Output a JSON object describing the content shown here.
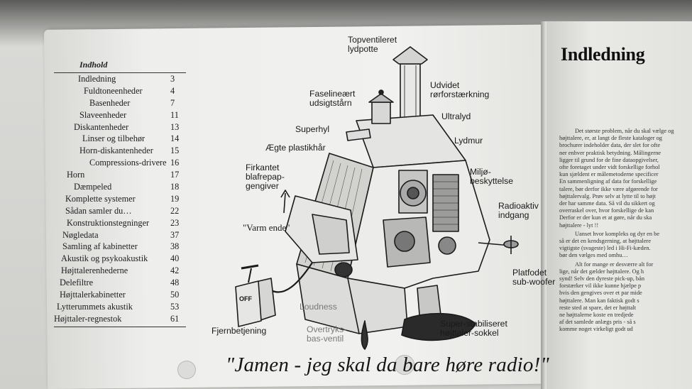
{
  "toc": {
    "title": "Indhold",
    "items": [
      {
        "label": "Indledning",
        "page": "3"
      },
      {
        "label": "Fuldtoneenheder",
        "page": "4"
      },
      {
        "label": "Basenheder",
        "page": "7"
      },
      {
        "label": "Slaveenheder",
        "page": "11"
      },
      {
        "label": "Diskantenheder",
        "page": "13"
      },
      {
        "label": "Linser og tilbehør",
        "page": "14"
      },
      {
        "label": "Horn-diskantenheder",
        "page": "15"
      },
      {
        "label": "Compressions-drivere",
        "page": "16"
      },
      {
        "label": "Horn",
        "page": "17"
      },
      {
        "label": "Dæmpeled",
        "page": "18"
      },
      {
        "label": "Komplette systemer",
        "page": "19"
      },
      {
        "label": "Sådan samler du…",
        "page": "22"
      },
      {
        "label": "Konstruktionstegninger",
        "page": "23"
      },
      {
        "label": "Nøgledata",
        "page": "37"
      },
      {
        "label": "Samling af kabinetter",
        "page": "38"
      },
      {
        "label": "Akustik og psykoakustik",
        "page": "40"
      },
      {
        "label": "Højttalerenhederne",
        "page": "42"
      },
      {
        "label": "Delefiltre",
        "page": "48"
      },
      {
        "label": "Højttalerkabinetter",
        "page": "50"
      },
      {
        "label": "Lytterummets akustik",
        "page": "53"
      },
      {
        "label": "Højttaler-regnestok",
        "page": "61"
      }
    ]
  },
  "illustration": {
    "labels": {
      "topventil_1": "Topventileret",
      "topventil_2": "lydpotte",
      "udvidet_1": "Udvidet",
      "udvidet_2": "rørforstærkning",
      "faselin_1": "Faselineært",
      "faselin_2": "udsigtstårn",
      "ultralyd": "Ultralyd",
      "superhyl": "Superhyl",
      "lydmur": "Lydmur",
      "plastik": "Ægte plastikhår",
      "firkantet_1": "Firkantet",
      "firkantet_2": "blafrepap-",
      "firkantet_3": "gengiver",
      "miljo_1": "Miljø-",
      "miljo_2": "beskyttelse",
      "radio_1": "Radioaktiv",
      "radio_2": "indgang",
      "varm": "\"Varm ende\"",
      "platfodet_1": "Platfodet",
      "platfodet_2": "sub-woofer",
      "loudness": "Loudness",
      "overtryk_1": "Overtryks-",
      "overtryk_2": "bas-ventil",
      "super_1": "Super-stabiliseret",
      "super_2": "højttaler-sokkel",
      "fjern": "Fjernbetjening",
      "switch_off": "OFF"
    },
    "caption": "\"Jamen - jeg skal da bare høre radio!\""
  },
  "right_page": {
    "heading": "Indledning",
    "lines": [
      "Det største problem, når du skal vælge og",
      "højttalere, er, at langt de fleste kataloger og",
      "brochurer indeholder data, der slet for ofte",
      "ner enhver praktisk betydning. Målingerne",
      "ligger til grund for de fine dataopgivelser,",
      "ofte foretaget under vidt forskellige forhol",
      "kun sjældent er målemetoderne specificer",
      "En sammenligning af data for forskellige",
      "talere, bør derfor ikke være afgørende for",
      "højttalervalg. Prøv selv at lytte til to højt",
      "der har samme data. Så vil du sikkert og",
      "overraskel over, hvor forskellige de kan",
      "Derfor er der kun et at gøre, når du ska",
      "højttalere - lyt !!",
      "Uanset hvor kompleks og dyr en be",
      "så er det en kendsgerning, at højttalere",
      "vigtigste (svageste) led i Hi-Fi-kæden.",
      "bør den vælges med omhu…",
      "Alt for mange er desværre alt for",
      "lige, når det gælder højttalere. Og h",
      "synd! Selv den dyreste pick-up, bån",
      "forstærker vil ikke kunne hjælpe p",
      "hvis den gengives over et par mide",
      "højttalere. Man kan faktisk godt s",
      "reste sted at spare, det er højttalt",
      "ne højttalerne koste en tredjede",
      "af det samlede anlægs pris - så s",
      "komme noget virkeligt godt ud"
    ]
  }
}
